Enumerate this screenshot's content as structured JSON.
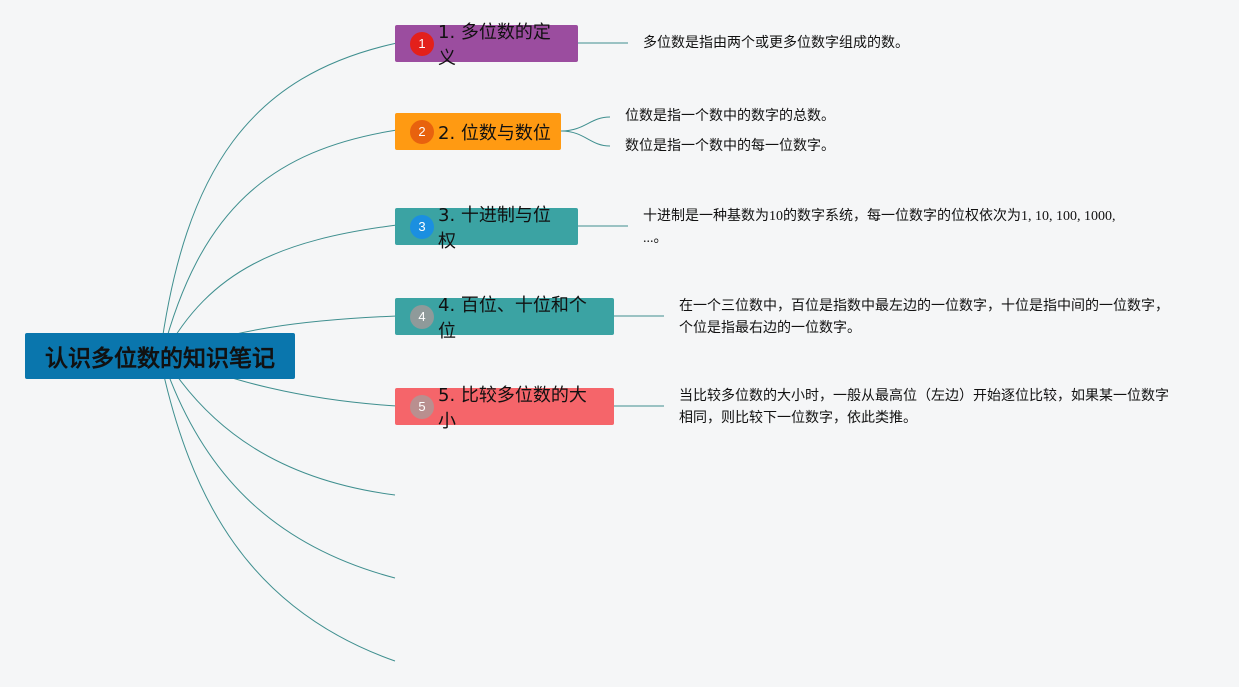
{
  "root": {
    "label": "认识多位数的知识笔记"
  },
  "topics": [
    {
      "number": "1",
      "label": "1. 多位数的定义",
      "color": "#9b4d9f",
      "badge_color": "#e3201b"
    },
    {
      "number": "2",
      "label": "2. 位数与数位",
      "color": "#ff9a12",
      "badge_color": "#e8620e"
    },
    {
      "number": "3",
      "label": "3. 十进制与位权",
      "color": "#3ba3a3",
      "badge_color": "#1b8fe0"
    },
    {
      "number": "4",
      "label": "4. 百位、十位和个位",
      "color": "#3ba3a3",
      "badge_color": "#8f9a9a"
    },
    {
      "number": "5",
      "label": "5. 比较多位数的大小",
      "color": "#f5656a",
      "badge_color": "#b98f8f"
    }
  ],
  "notes": {
    "t1": "多位数是指由两个或更多位数字组成的数。",
    "t2a": "位数是指一个数中的数字的总数。",
    "t2b": "数位是指一个数中的每一位数字。",
    "t3": "十进制是一种基数为10的数字系统，每一位数字的位权依次为1, 10, 100, 1000, ...。",
    "t4": "在一个三位数中，百位是指数中最左边的一位数字，十位是指中间的一位数字，个位是指最右边的一位数字。",
    "t5": "当比较多位数的大小时，一般从最高位（左边）开始逐位比较，如果某一位数字相同，则比较下一位数字，依此类推。"
  },
  "colors": {
    "connector": "#3f8f8f",
    "background": "#f5f6f7",
    "root": "#0a76ad"
  }
}
